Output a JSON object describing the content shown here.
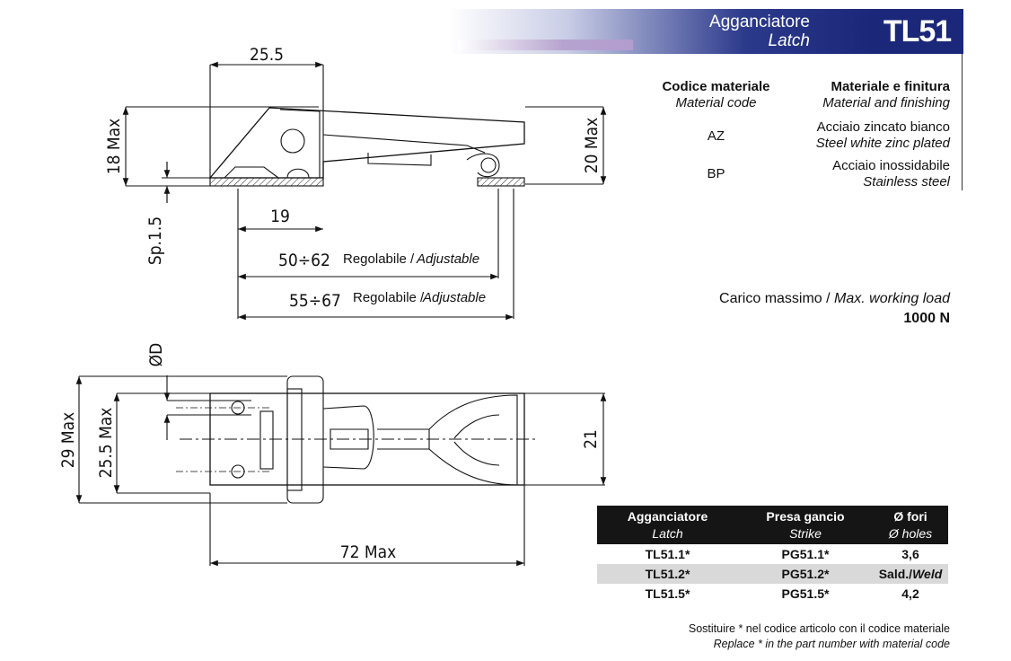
{
  "header": {
    "title_it": "Agganciatore",
    "title_en": "Latch",
    "code": "TL51"
  },
  "materials": {
    "header": {
      "code_it": "Codice materiale",
      "code_en": "Material code",
      "finish_it": "Materiale e finitura",
      "finish_en": "Material and finishing"
    },
    "rows": [
      {
        "code": "AZ",
        "finish_it": "Acciaio zincato bianco",
        "finish_en": "Steel white zinc plated"
      },
      {
        "code": "BP",
        "finish_it": "Acciaio inossidabile",
        "finish_en": "Stainless steel"
      }
    ]
  },
  "load": {
    "label_it": "Carico massimo /",
    "label_en": "Max. working load",
    "value": "1000 N"
  },
  "dimensions": {
    "top_width": "25.5",
    "height_left": "18 Max",
    "height_right": "20 Max",
    "base_offset": "19",
    "thickness": "Sp.1.5",
    "adj1": "50÷62",
    "adj2": "55÷67",
    "adj_label_it": "Regolabile /",
    "adj_label_en": "Adjustable",
    "hole_dia": "ØD",
    "overall_width": "29 Max",
    "inner_width": "25.5 Max",
    "body_width": "21",
    "overall_length": "72 Max"
  },
  "parts_table": {
    "headers": [
      {
        "it": "Agganciatore",
        "en": "Latch"
      },
      {
        "it": "Presa gancio",
        "en": "Strike"
      },
      {
        "it": "Ø fori",
        "en": "Ø holes"
      }
    ],
    "rows": [
      {
        "latch": "TL51.1*",
        "strike": "PG51.1*",
        "holes": "3,6"
      },
      {
        "latch": "TL51.2*",
        "strike": "PG51.2*",
        "holes_a": "Sald./",
        "holes_b": "Weld"
      },
      {
        "latch": "TL51.5*",
        "strike": "PG51.5*",
        "holes": "4,2"
      }
    ]
  },
  "note": {
    "it": "Sostituire * nel codice articolo con il codice materiale",
    "en": "Replace * in the part number with material code"
  },
  "colors": {
    "brand_blue": "#1b2779",
    "row_shade": "#d9d9d9",
    "header_black": "#151515"
  }
}
